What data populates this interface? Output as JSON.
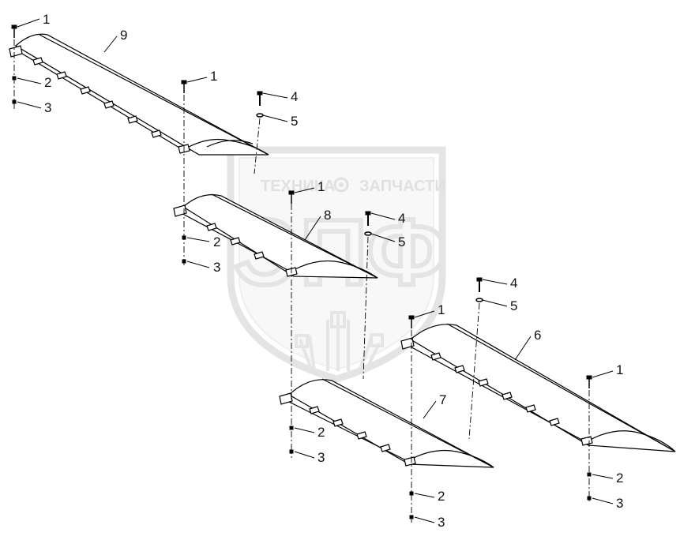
{
  "watermark": {
    "line1_left": "ТЕХНИКА",
    "line1_right": "ЗАПЧАСТИ",
    "logo": "ЭПФ",
    "gear_icon": "gear-icon",
    "wheat_icon": "wheat-icon",
    "color": "#d9d9d9"
  },
  "callouts": [
    {
      "id": "c1a",
      "label": "1"
    },
    {
      "id": "c2a",
      "label": "2"
    },
    {
      "id": "c3a",
      "label": "3"
    },
    {
      "id": "c9",
      "label": "9"
    },
    {
      "id": "c1b",
      "label": "1"
    },
    {
      "id": "c4a",
      "label": "4"
    },
    {
      "id": "c5a",
      "label": "5"
    },
    {
      "id": "c1c",
      "label": "1"
    },
    {
      "id": "c8",
      "label": "8"
    },
    {
      "id": "c4b",
      "label": "4"
    },
    {
      "id": "c5b",
      "label": "5"
    },
    {
      "id": "c2b",
      "label": "2"
    },
    {
      "id": "c3b",
      "label": "3"
    },
    {
      "id": "c4c",
      "label": "4"
    },
    {
      "id": "c5c",
      "label": "5"
    },
    {
      "id": "c1d",
      "label": "1"
    },
    {
      "id": "c6",
      "label": "6"
    },
    {
      "id": "c7",
      "label": "7"
    },
    {
      "id": "c1e",
      "label": "1"
    },
    {
      "id": "c2c",
      "label": "2"
    },
    {
      "id": "c3c",
      "label": "3"
    },
    {
      "id": "c2d",
      "label": "2"
    },
    {
      "id": "c3d",
      "label": "3"
    },
    {
      "id": "c2e",
      "label": "2"
    },
    {
      "id": "c3e",
      "label": "3"
    }
  ]
}
